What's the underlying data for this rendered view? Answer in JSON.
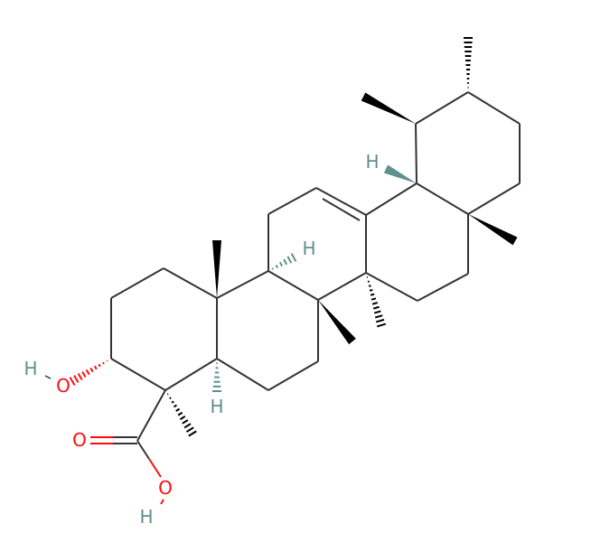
{
  "molecule": {
    "atoms": {
      "hydroxyl_o": "O",
      "hydroxyl_h": "H",
      "carbonyl_o": "O",
      "acid_o": "O",
      "acid_h": "H",
      "h5": "H",
      "h9": "H",
      "h18": "H"
    }
  },
  "colors": {
    "bond": "#333333",
    "oxygen": "#ff0d0d",
    "hydrogen": "#5f8f8f"
  }
}
